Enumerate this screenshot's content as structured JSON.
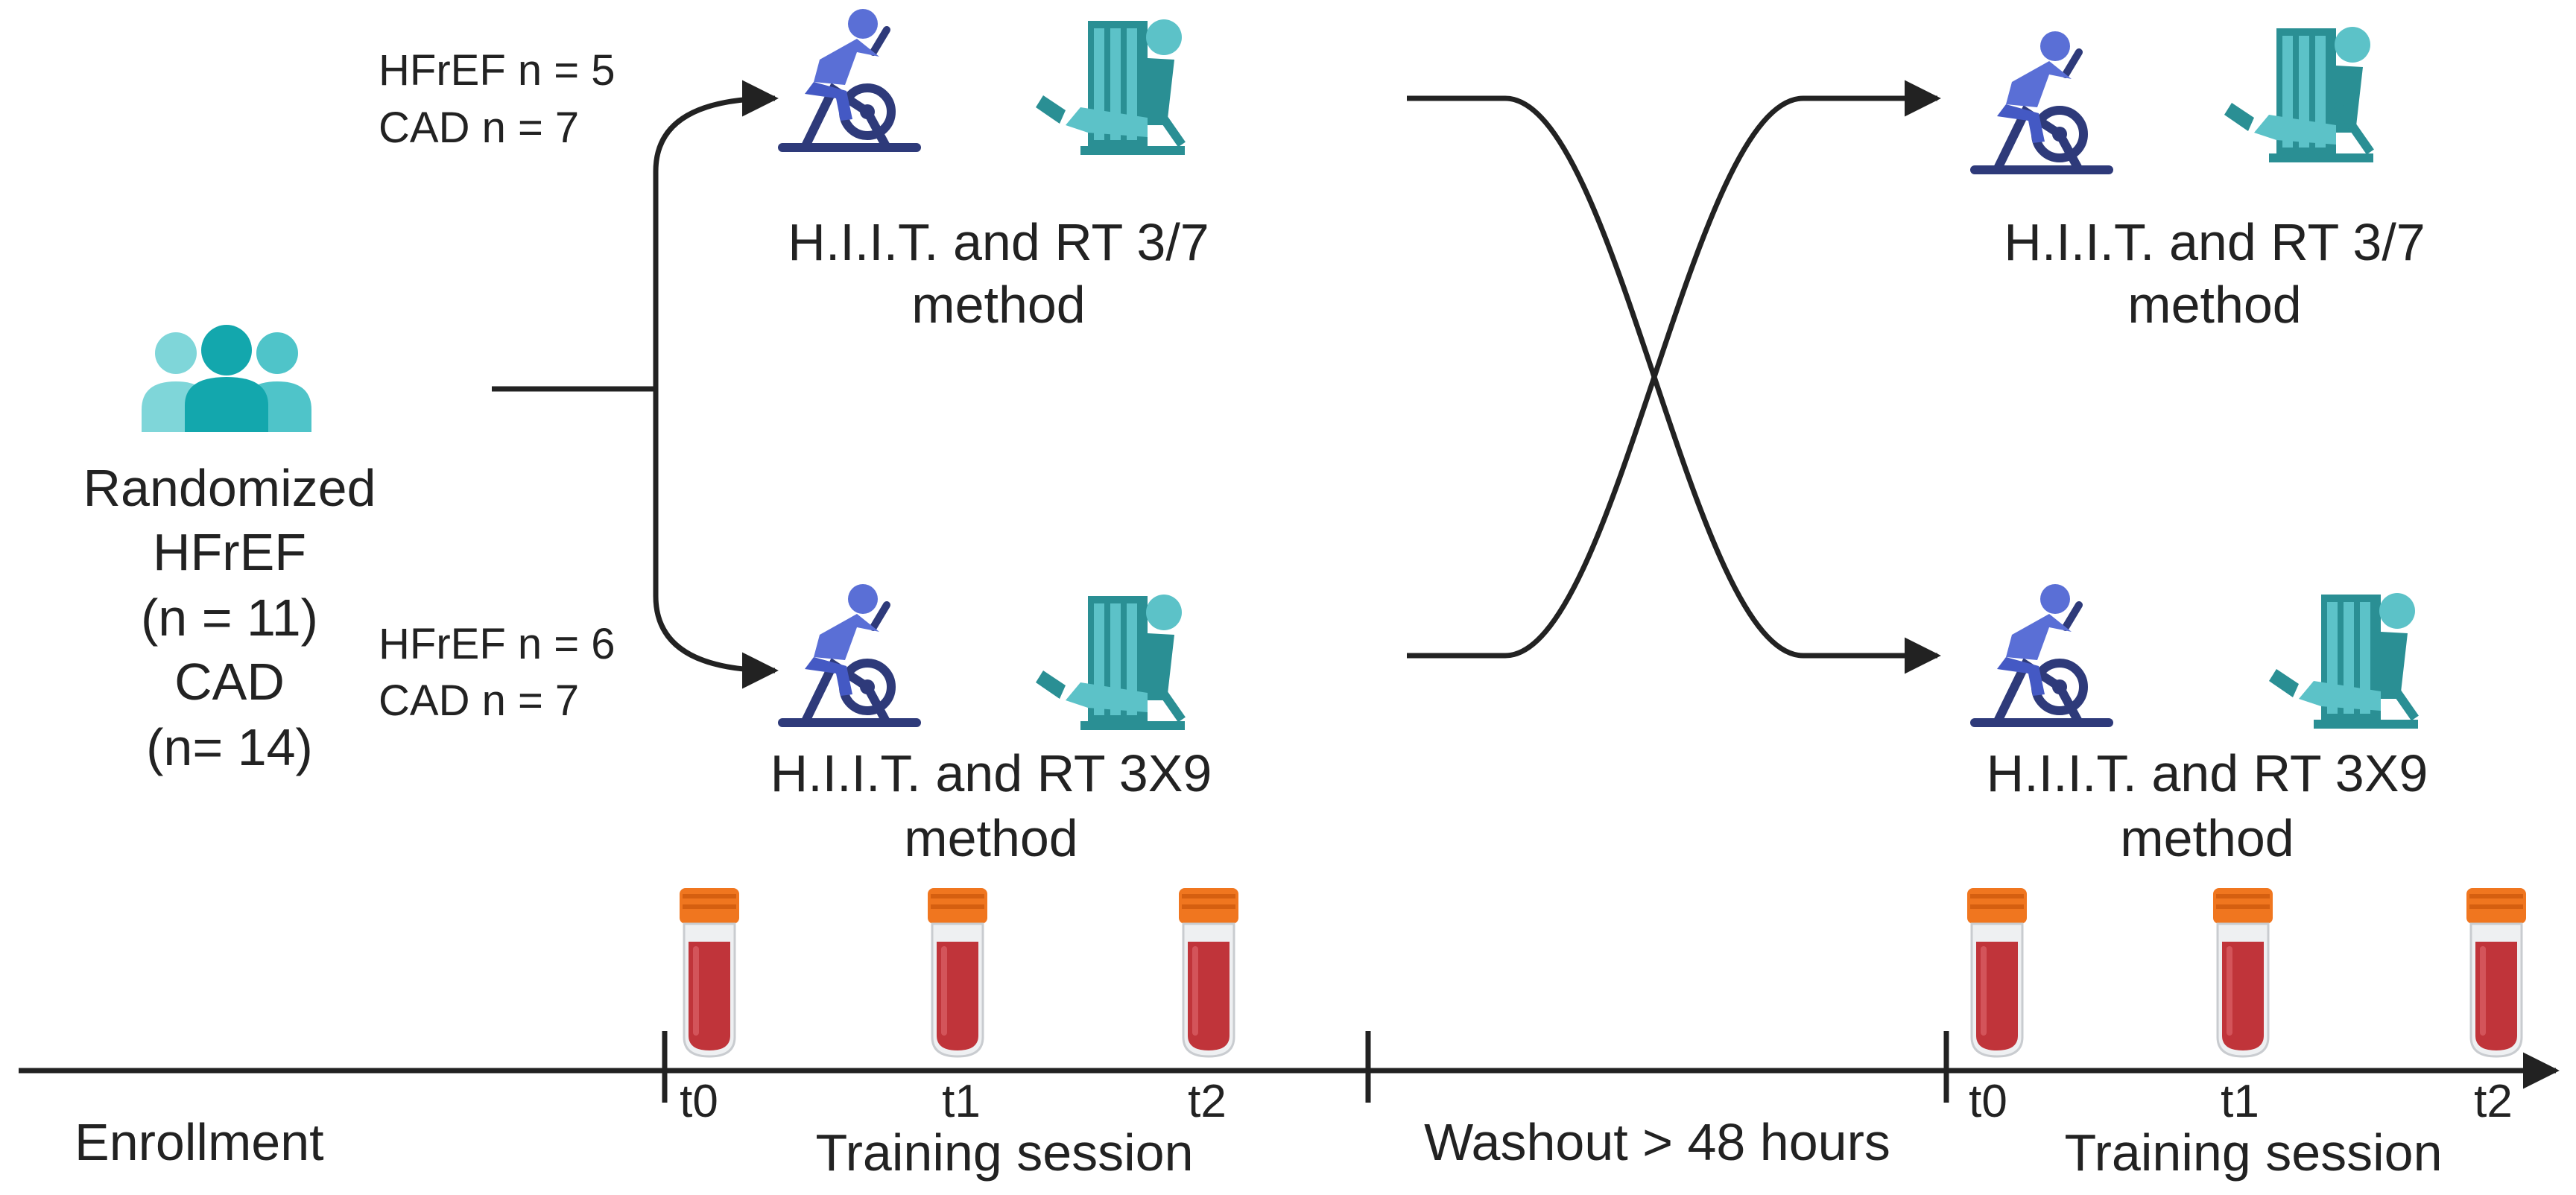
{
  "randomized": {
    "lines": [
      "Randomized",
      "HFrEF",
      "(n = 11)",
      "CAD",
      "(n= 14)"
    ]
  },
  "groups": {
    "top": {
      "hfref": "HFrEF n =  5",
      "cad": "CAD n = 7"
    },
    "bottom": {
      "hfref": "HFrEF n =  6",
      "cad": "CAD n = 7"
    }
  },
  "protocols": {
    "top_left": {
      "line1": "H.I.I.T.  and RT 3/7",
      "line2": "method"
    },
    "bottom_left": {
      "line1": "H.I.I.T. and RT 3X9",
      "line2": "method"
    },
    "top_right": {
      "line1": "H.I.I.T.  and RT 3/7",
      "line2": "method"
    },
    "bottom_right": {
      "line1": "H.I.I.T. and RT 3X9",
      "line2": "method"
    }
  },
  "timeline": {
    "enrollment": "Enrollment",
    "training_session_1": "Training session",
    "washout": "Washout > 48 hours",
    "training_session_2": "Training session",
    "ticks_1": [
      "t0",
      "t1",
      "t2"
    ],
    "ticks_2": [
      "t0",
      "t1",
      "t2"
    ]
  },
  "icons": {
    "people": "people-group-icon",
    "bike": "exercise-bike-icon",
    "leg_press": "leg-extension-machine-icon",
    "tube": "blood-sample-tube-icon"
  },
  "colors": {
    "line": "#222222",
    "bike": "#5a6fd6",
    "bike_dark": "#2e3a7a",
    "machine": "#2a8f94",
    "machine_light": "#5cc2c8",
    "people": "#13a7ad",
    "people_light": "#7fd6d9",
    "tube_red": "#c0343a",
    "tube_cap": "#f0761f"
  }
}
